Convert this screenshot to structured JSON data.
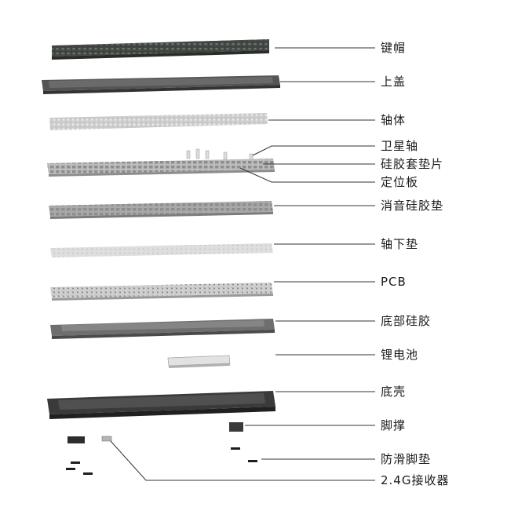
{
  "diagram": {
    "parts": [
      {
        "id": "keycaps",
        "label": "键帽"
      },
      {
        "id": "top-case",
        "label": "上盖"
      },
      {
        "id": "switches",
        "label": "轴体"
      },
      {
        "id": "stabilizers",
        "label": "卫星轴"
      },
      {
        "id": "silicone-sleeve",
        "label": "硅胶套垫片"
      },
      {
        "id": "plate",
        "label": "定位板"
      },
      {
        "id": "sound-dampening-pad",
        "label": "消音硅胶垫"
      },
      {
        "id": "switch-pad",
        "label": "轴下垫"
      },
      {
        "id": "pcb",
        "label": "PCB"
      },
      {
        "id": "bottom-silicone",
        "label": "底部硅胶"
      },
      {
        "id": "lithium-battery",
        "label": "锂电池"
      },
      {
        "id": "bottom-case",
        "label": "底壳"
      },
      {
        "id": "kickstand",
        "label": "脚撑"
      },
      {
        "id": "anti-slip-pads",
        "label": "防滑脚垫"
      },
      {
        "id": "receiver",
        "label": "2.4G接收器"
      }
    ]
  }
}
